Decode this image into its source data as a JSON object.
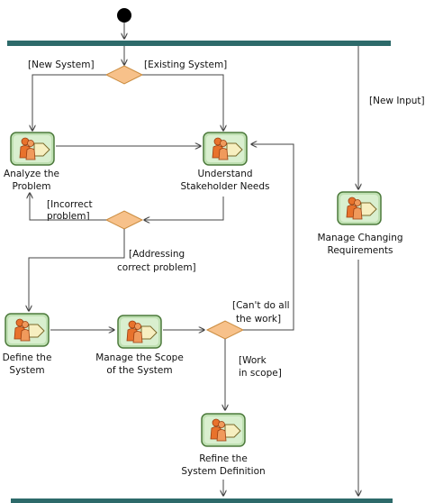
{
  "guards": {
    "new_system": "[New System]",
    "existing_system": "[Existing System]",
    "new_input": "[New Input]",
    "incorrect_line1": "[Incorrect",
    "incorrect_line2": "problem]",
    "addressing_line1": "[Addressing",
    "addressing_line2": "correct problem]",
    "cant_line1": "[Can't do all",
    "cant_line2": "the work]",
    "work_line1": "[Work",
    "work_line2": "in scope]"
  },
  "activities": {
    "analyze": {
      "line1": "Analyze the",
      "line2": "Problem",
      "icon": "workflow-detail-icon"
    },
    "understand": {
      "line1": "Understand",
      "line2": "Stakeholder Needs",
      "icon": "workflow-detail-icon"
    },
    "manage_changing": {
      "line1": "Manage Changing",
      "line2": "Requirements",
      "icon": "workflow-detail-icon"
    },
    "define": {
      "line1": "Define the",
      "line2": "System",
      "icon": "workflow-detail-icon"
    },
    "manage_scope": {
      "line1": "Manage the Scope",
      "line2": "of the System",
      "icon": "workflow-detail-icon"
    },
    "refine": {
      "line1": "Refine the",
      "line2": "System Definition",
      "icon": "workflow-detail-icon"
    }
  },
  "colors": {
    "bar": "#2d6a6a",
    "decision_fill": "#f7c18a",
    "decision_stroke": "#c98a3c",
    "icon_bg": "#bfe0b2",
    "icon_border": "#4d7a3c",
    "person_fill": "#e8722c",
    "doc_fill": "#f7efc0",
    "arrow": "#444444"
  }
}
